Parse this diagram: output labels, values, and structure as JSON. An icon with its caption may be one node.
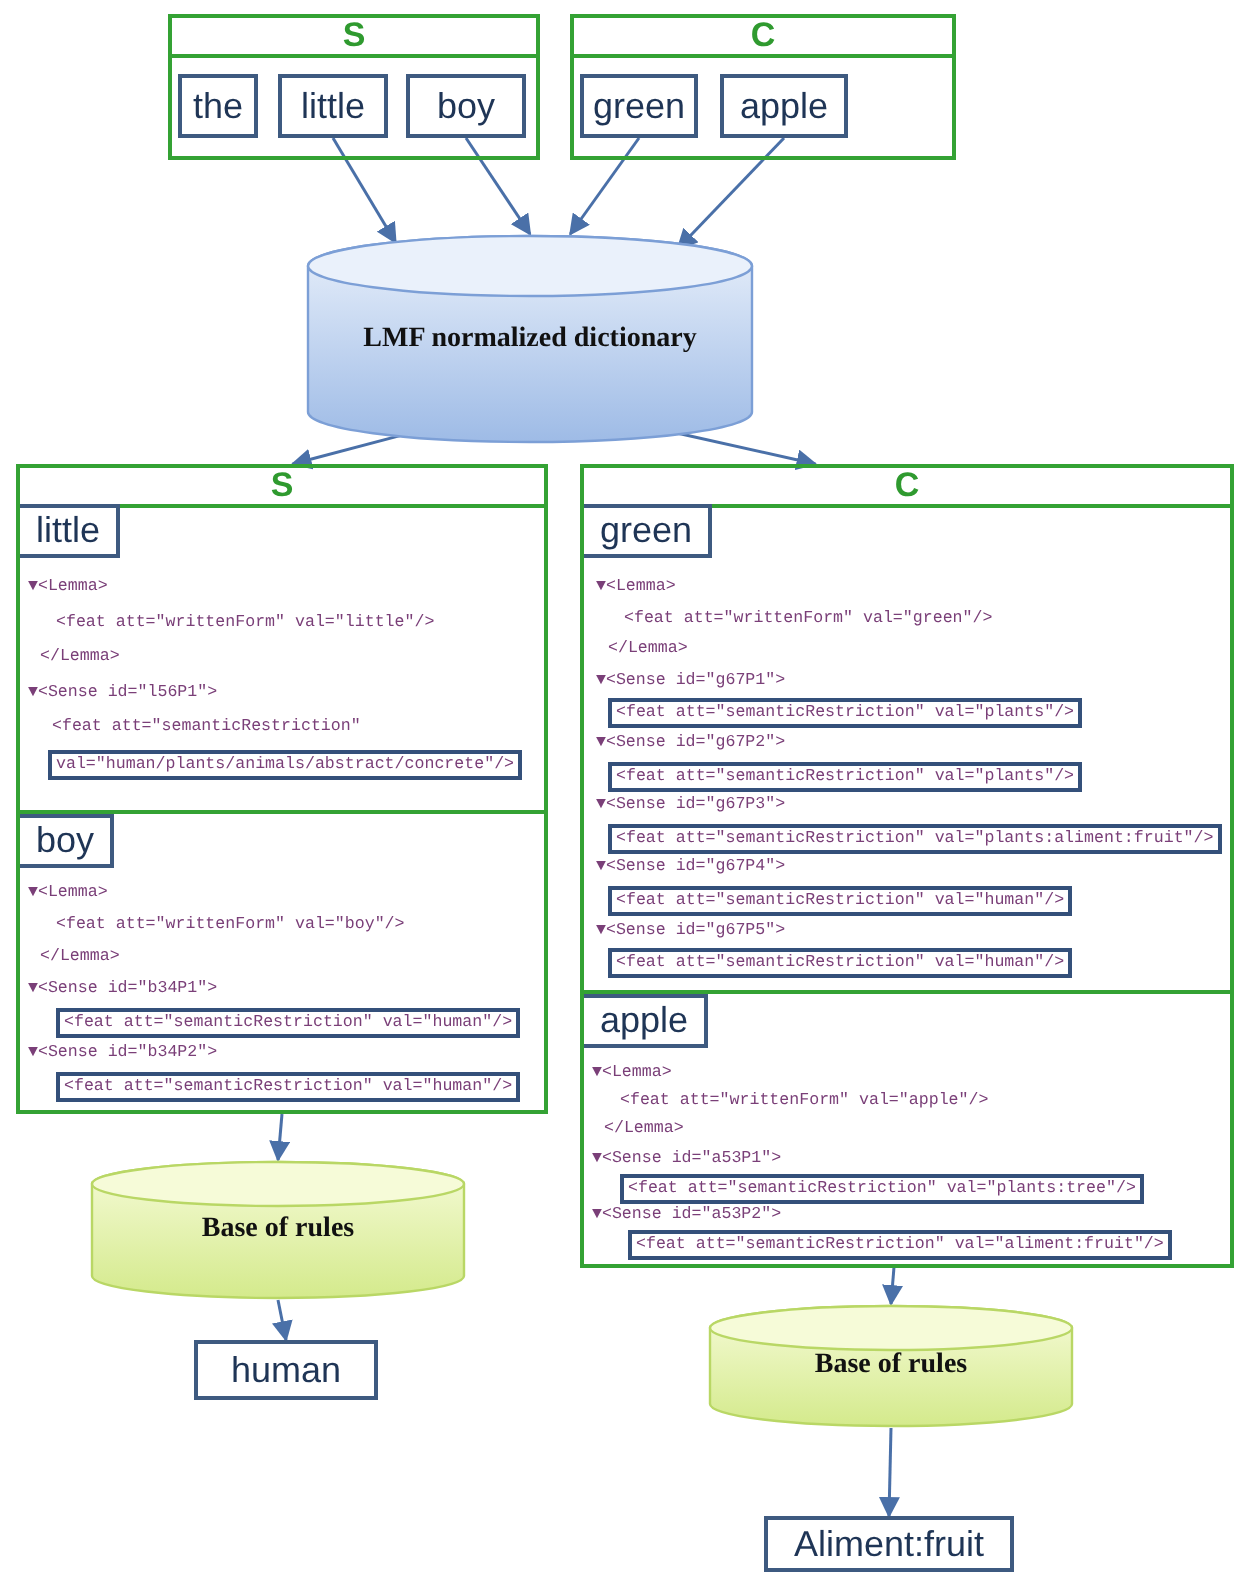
{
  "diagram": {
    "nodes": [
      {
        "text": [
          "S"
        ]
      },
      {
        "text": [
          "the"
        ],
        "in": 0
      },
      {
        "text": [
          "little"
        ],
        "in": 0
      },
      {
        "text": [
          "boy"
        ],
        "in": 0
      },
      {
        "text": [
          "C"
        ]
      },
      {
        "text": [
          "green"
        ],
        "in": 4
      },
      {
        "text": [
          "apple"
        ],
        "in": 4
      },
      {
        "text": [
          "LMF normalized dictionary"
        ]
      },
      {
        "text": [
          "S"
        ]
      },
      {
        "text": [
          "little",
          "▼<Lemma>",
          "<feat att=\"writtenForm\" val=\"little\"/>",
          "</Lemma>",
          "▼<Sense id=\"l56P1\">",
          "<feat att=\"semanticRestriction\"",
          "val=\"human/plants/animals/abstract/concrete\"/>"
        ],
        "in": 8
      },
      {
        "text": [
          "boy",
          "▼<Lemma>",
          "<feat att=\"writtenForm\" val=\"boy\"/>",
          "</Lemma>",
          "▼<Sense id=\"b34P1\">",
          "<feat att=\"semanticRestriction\" val=\"human\"/>",
          "▼<Sense id=\"b34P2\">",
          "<feat att=\"semanticRestriction\" val=\"human\"/>"
        ],
        "in": 8
      },
      {
        "text": [
          "C"
        ]
      },
      {
        "text": [
          "green",
          "▼<Lemma>",
          "<feat att=\"writtenForm\" val=\"green\"/>",
          "</Lemma>",
          "▼<Sense id=\"g67P1\">",
          "<feat att=\"semanticRestriction\" val=\"plants\"/>",
          "▼<Sense id=\"g67P2\">",
          "<feat att=\"semanticRestriction\" val=\"plants\"/>",
          "▼<Sense id=\"g67P3\">",
          "<feat att=\"semanticRestriction\" val=\"plants:aliment:fruit\"/>",
          "▼<Sense id=\"g67P4\">",
          "<feat att=\"semanticRestriction\" val=\"human\"/>",
          "▼<Sense id=\"g67P5\">",
          "<feat att=\"semanticRestriction\" val=\"human\"/>"
        ],
        "in": 11
      },
      {
        "text": [
          "apple",
          "▼<Lemma>",
          "<feat att=\"writtenForm\" val=\"apple\"/>",
          "</Lemma>",
          "▼<Sense id=\"a53P1\">",
          "<feat att=\"semanticRestriction\" val=\"plants:tree\"/>",
          "▼<Sense id=\"a53P2\">",
          "<feat att=\"semanticRestriction\" val=\"aliment:fruit\"/>"
        ],
        "in": 11
      },
      {
        "text": [
          "Base of rules"
        ]
      },
      {
        "text": [
          "human"
        ]
      },
      {
        "text": [
          "Base of rules"
        ]
      },
      {
        "text": [
          "Aliment:fruit"
        ]
      }
    ],
    "edges": [
      {
        "from": 2,
        "to": 7,
        "arrow": "to"
      },
      {
        "from": 3,
        "to": 7,
        "arrow": "to"
      },
      {
        "from": 5,
        "to": 7,
        "arrow": "to"
      },
      {
        "from": 6,
        "to": 7,
        "arrow": "to"
      },
      {
        "from": 7,
        "to": 8,
        "arrow": "to"
      },
      {
        "from": 7,
        "to": 11,
        "arrow": "to"
      },
      {
        "from": 8,
        "to": 14,
        "arrow": "to"
      },
      {
        "from": 14,
        "to": 15,
        "arrow": "to"
      },
      {
        "from": 11,
        "to": 16,
        "arrow": "to"
      },
      {
        "from": 16,
        "to": 17,
        "arrow": "to"
      }
    ]
  }
}
